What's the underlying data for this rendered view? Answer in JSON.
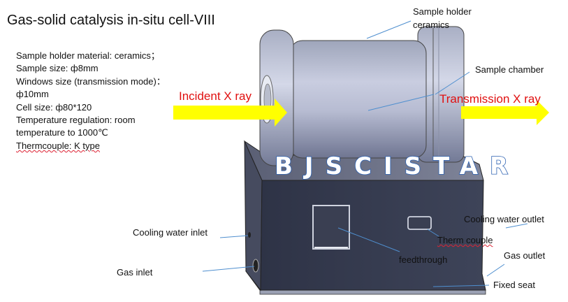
{
  "title": "Gas-solid catalysis in-situ cell-VIII",
  "specs": [
    "Sample holder material: ceramics；",
    "Sample size: ф8mm",
    "Windows size (transmission mode)：",
    "ф10mm",
    "Cell size: ф80*120",
    "Temperature regulation: room",
    "temperature to 1000℃",
    "Thermcouple: K type"
  ],
  "labels": {
    "sample_holder_l1": "Sample holder",
    "sample_holder_l2": "ceramics",
    "sample_chamber": "Sample chamber",
    "incident": "Incident X ray",
    "transmission": "Transmission X ray",
    "brand": "BJSCISTAR",
    "cooling_inlet": "Cooling water inlet",
    "cooling_outlet": "Cooling water outlet",
    "thermocouple": "Therm couple",
    "gas_outlet": "Gas outlet",
    "gas_inlet": "Gas inlet",
    "feedthrough": "feedthrough",
    "fixed_seat": "Fixed seat"
  },
  "colors": {
    "xray_text": "#e01010",
    "arrow": "#ffff00",
    "leader": "#4f8fcf",
    "brand_outline": "#2a5fb0"
  }
}
